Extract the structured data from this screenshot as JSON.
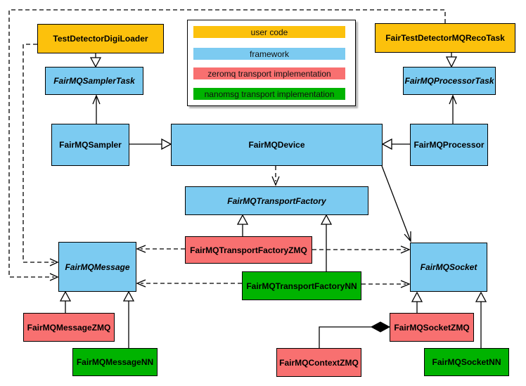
{
  "legend": {
    "items": [
      {
        "id": "user",
        "label": "user code"
      },
      {
        "id": "framework",
        "label": "framework"
      },
      {
        "id": "zeromq",
        "label": "zeromq transport implementation"
      },
      {
        "id": "nanomsg",
        "label": "nanomsg transport implementation"
      }
    ]
  },
  "colors": {
    "user": "#FCC10C",
    "framework": "#7CCBF1",
    "zeromq": "#F87070",
    "nanomsg": "#00B300",
    "edge": "#000000",
    "background": "#FFFFFF"
  },
  "nodes": {
    "testDetectorDigiLoader": {
      "label": "TestDetectorDigiLoader",
      "category": "user",
      "abstract": false
    },
    "fairTestDetectorMQRecoTask": {
      "label": "FairTestDetectorMQRecoTask",
      "category": "user",
      "abstract": false
    },
    "fairMQSamplerTask": {
      "label": "FairMQSamplerTask",
      "category": "framework",
      "abstract": true
    },
    "fairMQProcessorTask": {
      "label": "FairMQProcessorTask",
      "category": "framework",
      "abstract": true
    },
    "fairMQSampler": {
      "label": "FairMQSampler",
      "category": "framework",
      "abstract": false
    },
    "fairMQDevice": {
      "label": "FairMQDevice",
      "category": "framework",
      "abstract": false
    },
    "fairMQProcessor": {
      "label": "FairMQProcessor",
      "category": "framework",
      "abstract": false
    },
    "fairMQTransportFactory": {
      "label": "FairMQTransportFactory",
      "category": "framework",
      "abstract": true
    },
    "fairMQTransportFactoryZMQ": {
      "label": "FairMQTransportFactoryZMQ",
      "category": "zeromq",
      "abstract": false
    },
    "fairMQTransportFactoryNN": {
      "label": "FairMQTransportFactoryNN",
      "category": "nanomsg",
      "abstract": false
    },
    "fairMQMessage": {
      "label": "FairMQMessage",
      "category": "framework",
      "abstract": true
    },
    "fairMQSocket": {
      "label": "FairMQSocket",
      "category": "framework",
      "abstract": true
    },
    "fairMQMessageZMQ": {
      "label": "FairMQMessageZMQ",
      "category": "zeromq",
      "abstract": false
    },
    "fairMQMessageNN": {
      "label": "FairMQMessageNN",
      "category": "nanomsg",
      "abstract": false
    },
    "fairMQContextZMQ": {
      "label": "FairMQContextZMQ",
      "category": "zeromq",
      "abstract": false
    },
    "fairMQSocketZMQ": {
      "label": "FairMQSocketZMQ",
      "category": "zeromq",
      "abstract": false
    },
    "fairMQSocketNN": {
      "label": "FairMQSocketNN",
      "category": "nanomsg",
      "abstract": false
    }
  },
  "relationships": [
    {
      "from": "TestDetectorDigiLoader",
      "to": "FairMQSamplerTask",
      "type": "inheritance"
    },
    {
      "from": "FairTestDetectorMQRecoTask",
      "to": "FairMQProcessorTask",
      "type": "inheritance"
    },
    {
      "from": "FairMQSampler",
      "to": "FairMQDevice",
      "type": "inheritance"
    },
    {
      "from": "FairMQProcessor",
      "to": "FairMQDevice",
      "type": "inheritance"
    },
    {
      "from": "FairMQSampler",
      "to": "FairMQSamplerTask",
      "type": "association"
    },
    {
      "from": "FairMQProcessor",
      "to": "FairMQProcessorTask",
      "type": "association"
    },
    {
      "from": "FairMQDevice",
      "to": "FairMQSocket",
      "type": "association"
    },
    {
      "from": "FairMQDevice",
      "to": "FairMQTransportFactory",
      "type": "dependency"
    },
    {
      "from": "FairMQTransportFactoryZMQ",
      "to": "FairMQTransportFactory",
      "type": "inheritance"
    },
    {
      "from": "FairMQTransportFactoryNN",
      "to": "FairMQTransportFactory",
      "type": "inheritance"
    },
    {
      "from": "FairMQTransportFactoryZMQ",
      "to": "FairMQMessage",
      "type": "dependency"
    },
    {
      "from": "FairMQTransportFactoryZMQ",
      "to": "FairMQSocket",
      "type": "dependency"
    },
    {
      "from": "FairMQTransportFactoryNN",
      "to": "FairMQMessage",
      "type": "dependency"
    },
    {
      "from": "FairMQTransportFactoryNN",
      "to": "FairMQSocket",
      "type": "dependency"
    },
    {
      "from": "TestDetectorDigiLoader",
      "to": "FairMQMessage",
      "type": "dependency"
    },
    {
      "from": "FairTestDetectorMQRecoTask",
      "to": "FairMQMessage",
      "type": "dependency"
    },
    {
      "from": "FairMQMessageZMQ",
      "to": "FairMQMessage",
      "type": "inheritance"
    },
    {
      "from": "FairMQMessageNN",
      "to": "FairMQMessage",
      "type": "inheritance"
    },
    {
      "from": "FairMQSocketZMQ",
      "to": "FairMQSocket",
      "type": "inheritance"
    },
    {
      "from": "FairMQSocketNN",
      "to": "FairMQSocket",
      "type": "inheritance"
    },
    {
      "from": "FairMQContextZMQ",
      "to": "FairMQSocketZMQ",
      "type": "composition"
    }
  ]
}
